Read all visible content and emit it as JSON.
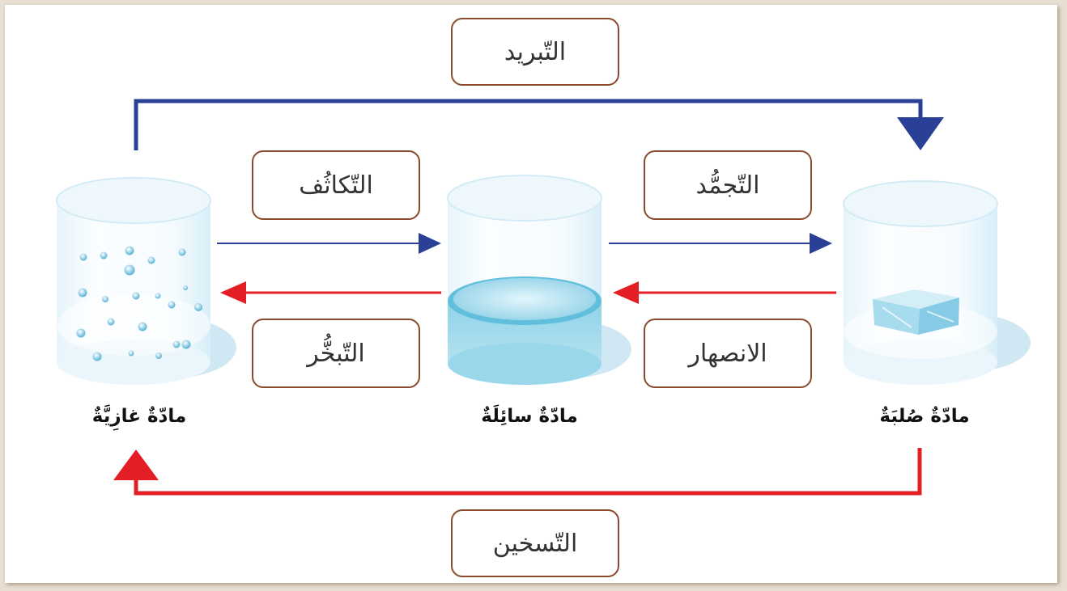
{
  "processes": {
    "cooling": "التّبريد",
    "condensation": "التّكاثُف",
    "freezing": "التّجمُّد",
    "evaporation": "التّبخُّر",
    "melting": "الانصهار",
    "heating": "التّسخين"
  },
  "states": {
    "gas": "مادّةٌ غازِيَّةٌ",
    "liquid": "مادّةٌ سائِلَةٌ",
    "solid": "مادّةٌ صُلبَةٌ"
  },
  "colors": {
    "cooling_arrow": "#2a3f96",
    "heating_arrow": "#e41e25",
    "box_border": "#8a4a2e",
    "water": "#8fd3e8",
    "glass": "#dff1fa"
  },
  "icons": {
    "gas": "gas-bubbles-icon",
    "liquid": "liquid-water-icon",
    "solid": "ice-cube-icon"
  }
}
